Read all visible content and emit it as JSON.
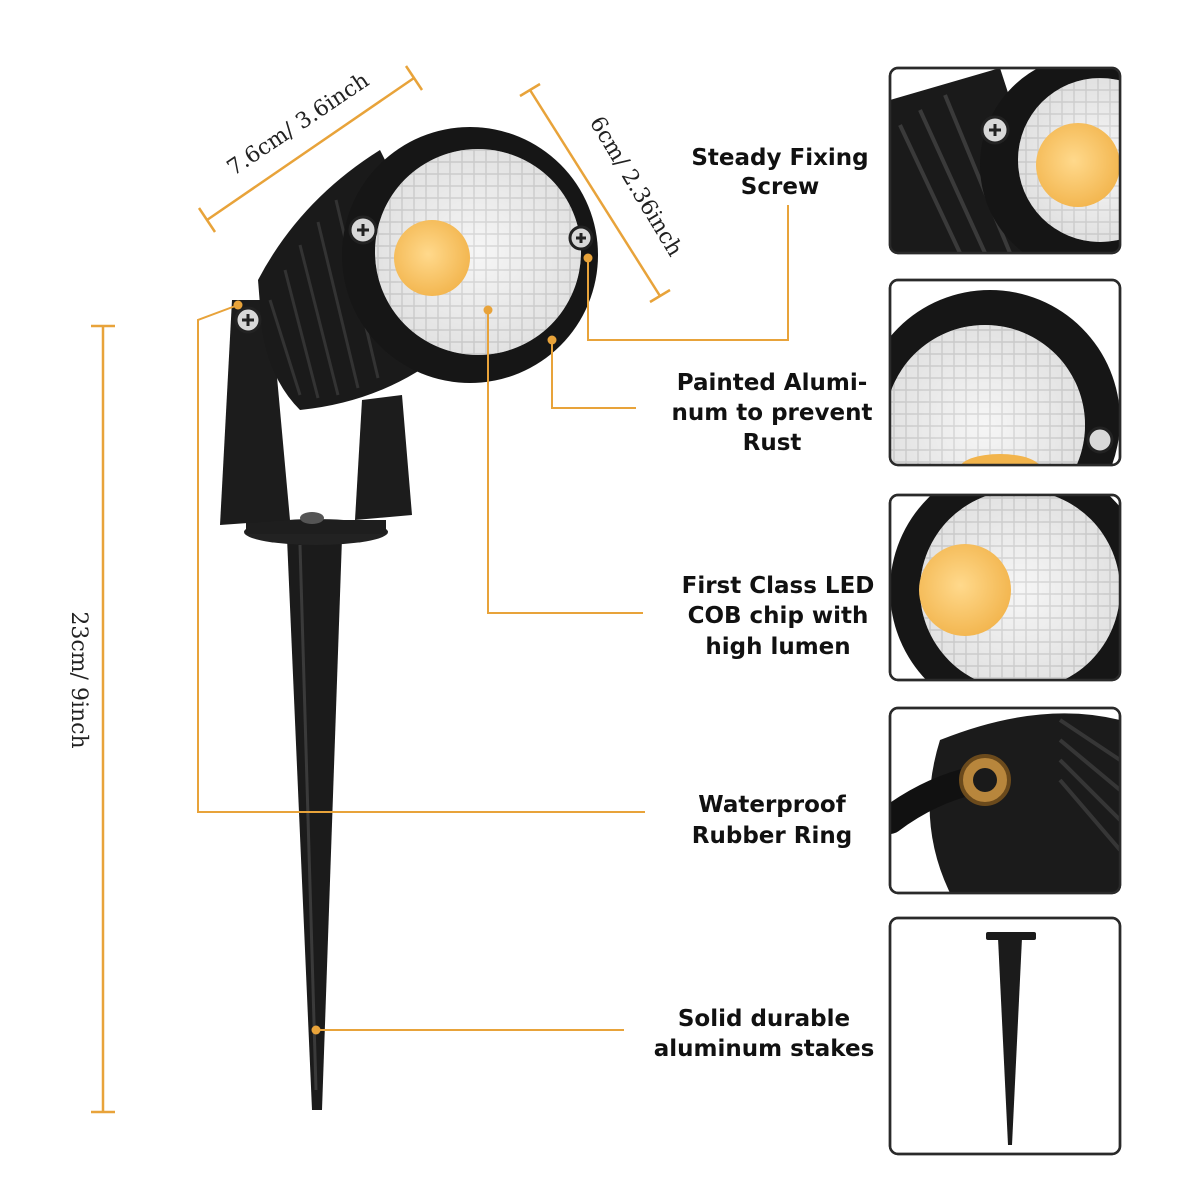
{
  "dimensions": {
    "width": "7.6cm/ 3.6inch",
    "depth": "6cm/ 2.36inch",
    "height": "23cm/ 9inch"
  },
  "features": [
    {
      "lines": [
        "Steady Fixing",
        "Screw"
      ]
    },
    {
      "lines": [
        "Painted Alumi-",
        "num to prevent",
        "Rust"
      ]
    },
    {
      "lines": [
        "First Class LED",
        "COB chip with",
        "high lumen"
      ]
    },
    {
      "lines": [
        "Waterproof",
        "Rubber Ring"
      ]
    },
    {
      "lines": [
        "Solid durable",
        "aluminum stakes"
      ]
    }
  ],
  "colors": {
    "accent": "#e8a33a",
    "body": "#1b1b1b",
    "led": "#f7c56b",
    "reflector": "#e9e9e9"
  }
}
